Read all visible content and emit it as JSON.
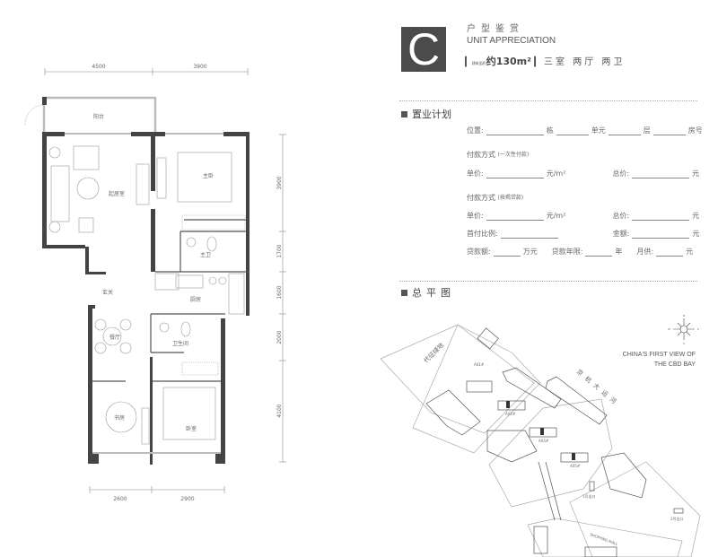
{
  "unit": {
    "letter": "C",
    "title_cn": "户型鉴赏",
    "title_en": "UNIT APPRECIATION",
    "area_prefix": "建筑面积",
    "area": "约130m²",
    "layout": "三室 两厅 两卫"
  },
  "floor_plan": {
    "dimensions_top": [
      "4500",
      "3900"
    ],
    "dimensions_bottom": [
      "2600",
      "2900"
    ],
    "dimensions_right": [
      "3900",
      "1700",
      "1600",
      "2000",
      "4100"
    ],
    "rooms": {
      "balcony": "阳台",
      "living": "起居室",
      "master_bedroom": "主卧",
      "master_bath": "主卫",
      "foyer": "玄关",
      "kitchen": "厨房",
      "bathroom": "卫生间",
      "dining": "餐厅",
      "study": "书房",
      "bedroom": "卧室"
    }
  },
  "purchase_plan": {
    "heading": "置业计划",
    "location_label": "位置:",
    "building": "栋",
    "unit": "单元",
    "floor": "层",
    "room": "房号",
    "payment_full_label": "付款方式",
    "payment_full_note": "(一次性付款)",
    "payment_loan_label": "付款方式",
    "payment_loan_note": "(按揭贷款)",
    "unit_price_label": "单价:",
    "unit_price_unit": "元/m²",
    "total_label": "总价:",
    "yuan": "元",
    "down_ratio_label": "首付比例:",
    "amount_label": "金额:",
    "loan_label": "贷款额:",
    "loan_unit": "万元",
    "loan_years_label": "贷款年限:",
    "years_unit": "年",
    "monthly_label": "月供:"
  },
  "site_plan": {
    "heading": "总平图",
    "green_land": "代征绿地",
    "canal": "京杭大运河",
    "tagline_1": "CHINA'S FIRST VIEW OF",
    "tagline_2": "THE CBD BAY",
    "shopping_mall": "SHOPPING MALL",
    "buildings": [
      "A01#",
      "A02#",
      "A03#",
      "A05#"
    ],
    "exits": [
      "1号出口",
      "2号出口"
    ],
    "compass": [
      "N",
      "S",
      "E",
      "W"
    ]
  }
}
